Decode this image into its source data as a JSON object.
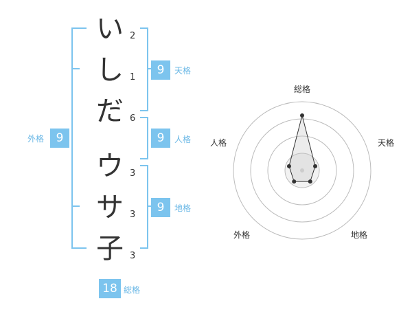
{
  "name": {
    "chars": [
      {
        "char": "い",
        "strokes": "2"
      },
      {
        "char": "し",
        "strokes": "1"
      },
      {
        "char": "だ",
        "strokes": "6"
      },
      {
        "char": "ウ",
        "strokes": "3"
      },
      {
        "char": "サ",
        "strokes": "3"
      },
      {
        "char": "子",
        "strokes": "3"
      }
    ]
  },
  "fortunes": {
    "tenkaku": {
      "value": "9",
      "label": "天格"
    },
    "jinkaku": {
      "value": "9",
      "label": "人格"
    },
    "chikaku": {
      "value": "9",
      "label": "地格"
    },
    "gaikaku": {
      "value": "9",
      "label": "外格"
    },
    "soukaku": {
      "value": "18",
      "label": "総格"
    }
  },
  "radar": {
    "axes": [
      "総格",
      "天格",
      "地格",
      "外格",
      "人格"
    ],
    "values": [
      4,
      1,
      1,
      1,
      1
    ],
    "max": 5,
    "rings": 4
  },
  "colors": {
    "accent": "#7cc4ee",
    "text": "#333333"
  }
}
